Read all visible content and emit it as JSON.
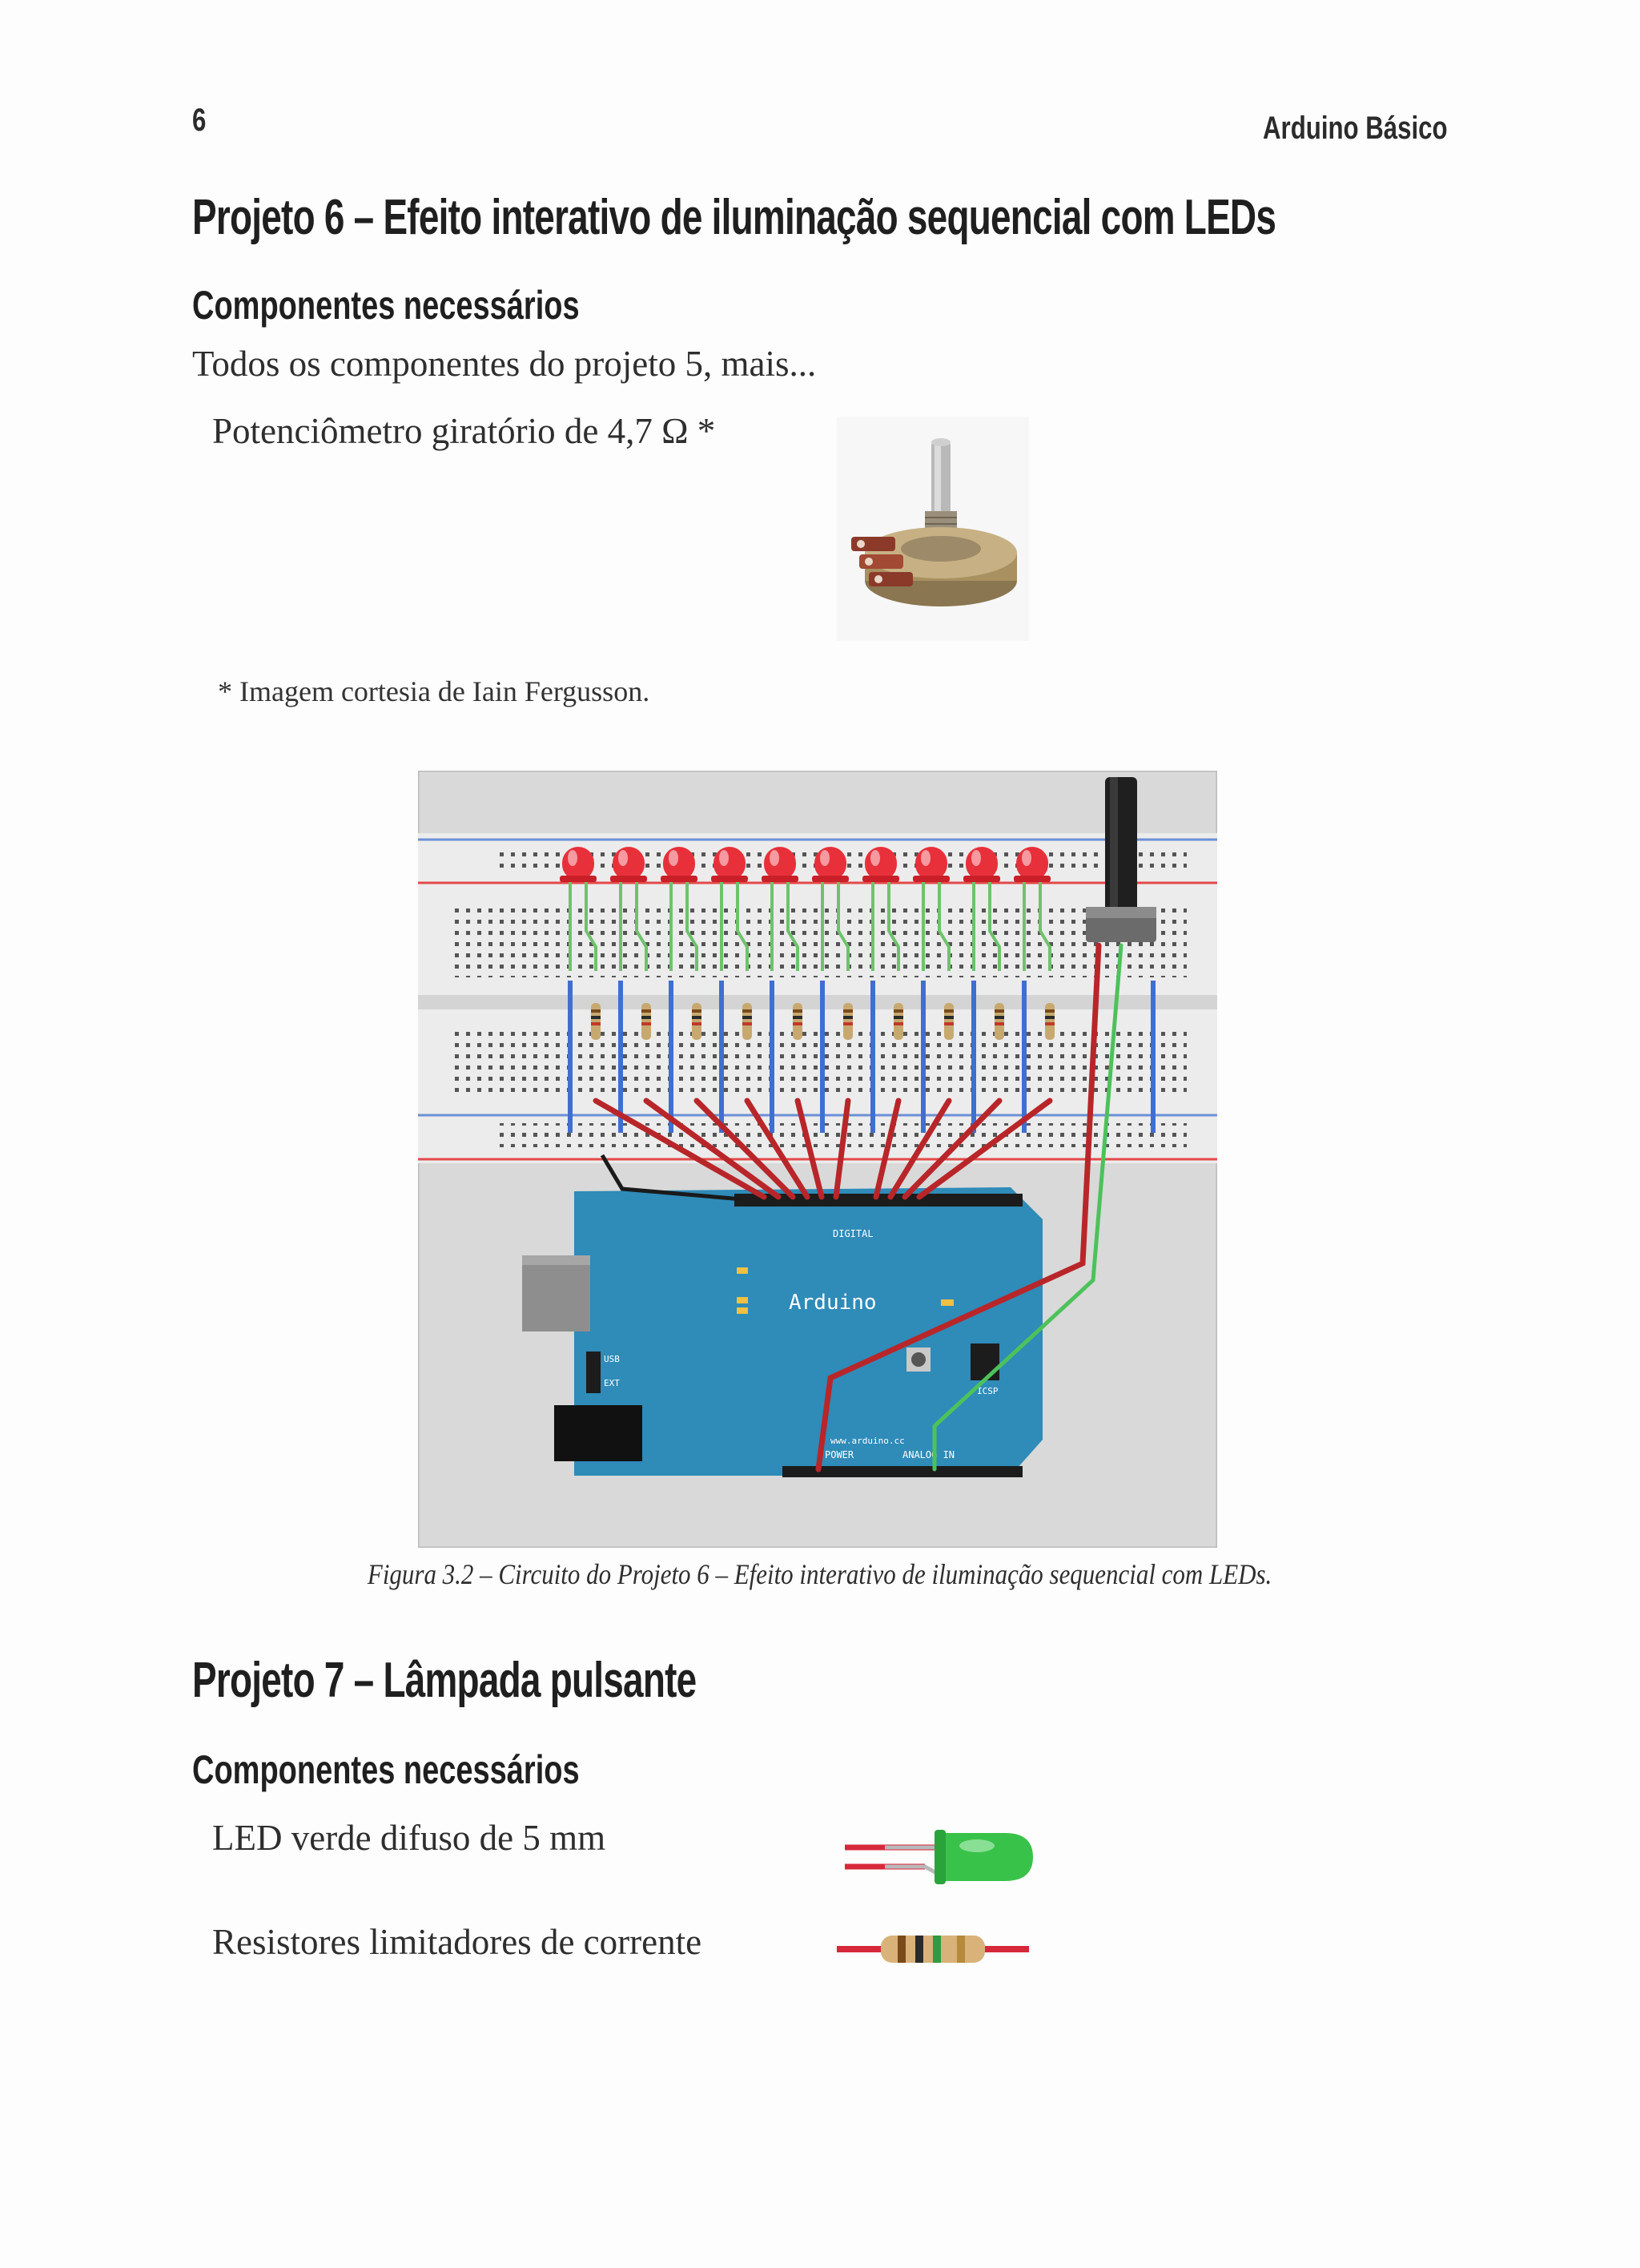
{
  "header": {
    "page_number": "6",
    "running_title": "Arduino Básico"
  },
  "project6": {
    "title": "Projeto 6 – Efeito interativo de iluminação sequencial com LEDs",
    "components_heading": "Componentes necessários",
    "intro": "Todos os componentes do projeto 5, mais...",
    "item_potentiometer": "Potenciômetro giratório de 4,7 Ω *",
    "footnote": "* Imagem cortesia de Iain Fergusson.",
    "figure_caption": "Figura 3.2 – Circuito do Projeto 6 – Efeito interativo de iluminação sequencial com LEDs.",
    "board_label": "Arduino",
    "board_digital_label": "DIGITAL",
    "board_url": "www.arduino.cc",
    "board_power_label": "POWER",
    "board_analog_label": "ANALOG IN",
    "board_usb_label": "USB",
    "board_ext_label": "EXT",
    "board_icsp_label": "ICSP",
    "led_count": 10
  },
  "project7": {
    "title": "Projeto 7 – Lâmpada pulsante",
    "components_heading": "Componentes necessários",
    "item_led": "LED verde difuso de 5 mm",
    "item_resistors": "Resistores limitadores de corrente"
  },
  "colors": {
    "breadboard": "#e9e9e9",
    "led_red": "#e8303a",
    "led_green": "#39c24a",
    "wire_red": "#b8262a",
    "wire_green": "#4cc25a",
    "wire_blue": "#3f6fd0",
    "board_blue": "#2f8bb8"
  }
}
